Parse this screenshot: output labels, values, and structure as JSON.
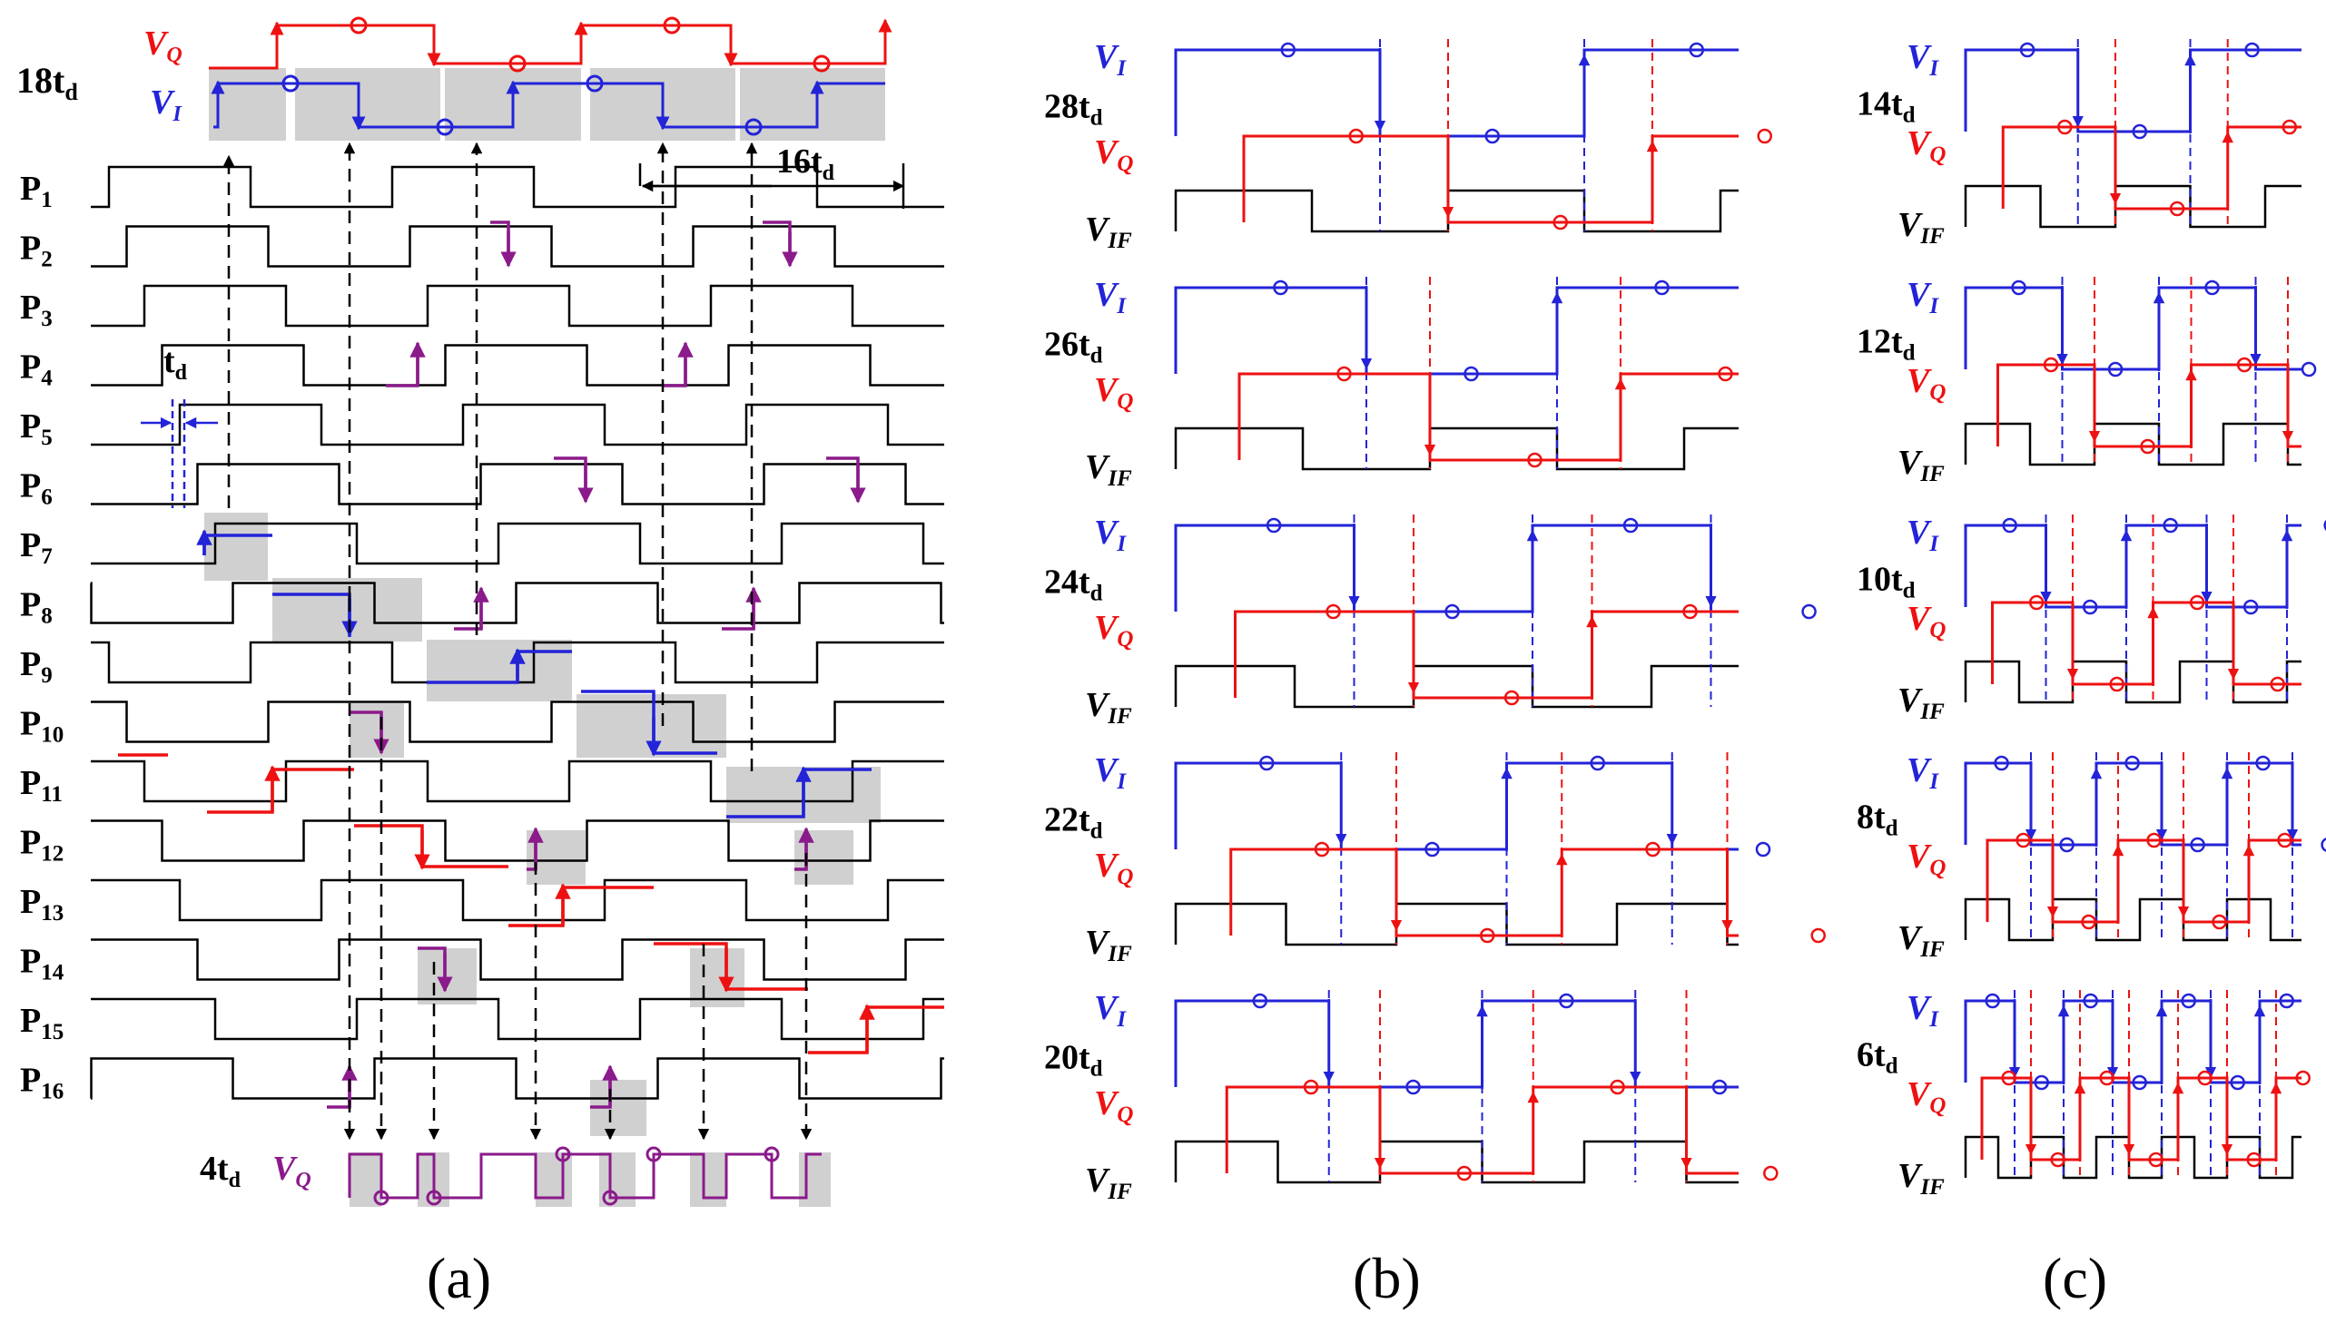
{
  "colors": {
    "i": "#2323d8",
    "q": "#ee1111",
    "iq": "#8b1a8b",
    "black": "#000000",
    "grid": "#bdbdbd"
  },
  "panel_a": {
    "top_label_base": "18t",
    "top_label_sub": "d",
    "vq": "V",
    "vq_sub": "Q",
    "vi": "V",
    "vi_sub": "I",
    "span_base": "16t",
    "span_sub": "d",
    "td_base": "t",
    "td_sub": "d",
    "bottom_base": "4t",
    "bottom_sub": "d",
    "bottom_vq": "V",
    "bottom_vq_sub": "Q",
    "phases": [
      {
        "base": "P",
        "sub": "1"
      },
      {
        "base": "P",
        "sub": "2"
      },
      {
        "base": "P",
        "sub": "3"
      },
      {
        "base": "P",
        "sub": "4"
      },
      {
        "base": "P",
        "sub": "5"
      },
      {
        "base": "P",
        "sub": "6"
      },
      {
        "base": "P",
        "sub": "7"
      },
      {
        "base": "P",
        "sub": "8"
      },
      {
        "base": "P",
        "sub": "9"
      },
      {
        "base": "P",
        "sub": "10"
      },
      {
        "base": "P",
        "sub": "11"
      },
      {
        "base": "P",
        "sub": "12"
      },
      {
        "base": "P",
        "sub": "13"
      },
      {
        "base": "P",
        "sub": "14"
      },
      {
        "base": "P",
        "sub": "15"
      },
      {
        "base": "P",
        "sub": "16"
      }
    ]
  },
  "panel_b": [
    {
      "base": "28t",
      "sub": "d"
    },
    {
      "base": "26t",
      "sub": "d"
    },
    {
      "base": "24t",
      "sub": "d"
    },
    {
      "base": "22t",
      "sub": "d"
    },
    {
      "base": "20t",
      "sub": "d"
    }
  ],
  "panel_c": [
    {
      "base": "14t",
      "sub": "d"
    },
    {
      "base": "12t",
      "sub": "d"
    },
    {
      "base": "10t",
      "sub": "d"
    },
    {
      "base": "8t",
      "sub": "d"
    },
    {
      "base": "6t",
      "sub": "d"
    }
  ],
  "signal_labels": {
    "vi": {
      "base": "V",
      "sub": "I"
    },
    "vq": {
      "base": "V",
      "sub": "Q"
    },
    "vif": {
      "base": "V",
      "sub": "IF"
    }
  },
  "captions": {
    "a": "(a)",
    "b": "(b)",
    "c": "(c)"
  }
}
